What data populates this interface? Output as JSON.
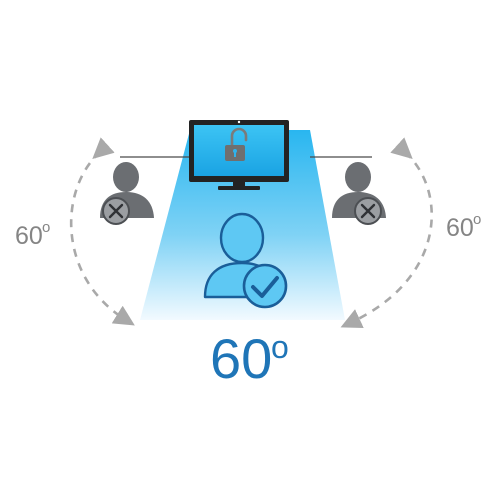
{
  "angles": {
    "left_label": "60",
    "right_label": "60",
    "center_label": "60",
    "degree_mark": "o"
  },
  "icons": {
    "monitor": "monitor-icon",
    "lock": "unlocked-padlock-icon",
    "authorized_user": "user-check-icon",
    "denied_user_left": "user-x-icon",
    "denied_user_right": "user-x-icon"
  },
  "colors": {
    "accent_blue": "#1f75b7",
    "beam_top": "#29b6f0",
    "beam_bottom": "#e6f6fd",
    "grey_user": "#6b6e72",
    "grey_label": "#858585",
    "monitor_dark": "#232323",
    "arrow_grey": "#a9a9a9"
  }
}
